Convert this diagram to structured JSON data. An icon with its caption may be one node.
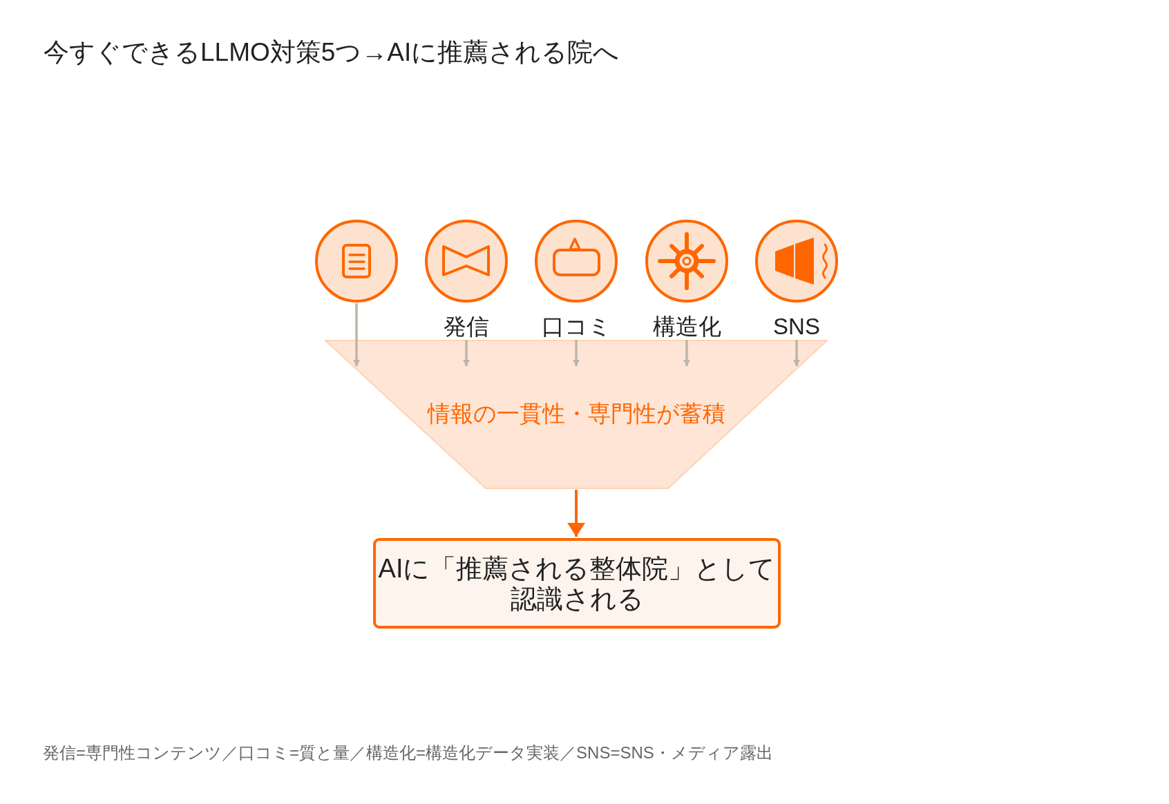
{
  "diagram": {
    "title": "今すぐできるLLMO対策5つ→AIに推薦される院へ",
    "caption": "発信=専門性コンテンツ／口コミ=質と量／構造化=構造化データ実装／SNS=SNS・メディア露出",
    "nodes": [
      {
        "text": [],
        "shape": "circle"
      },
      {
        "text": [
          "発信"
        ]
      },
      {
        "text": [
          "口コミ"
        ]
      },
      {
        "text": [
          "構造化"
        ]
      },
      {
        "text": [
          "SNS"
        ]
      },
      {
        "text": [
          "情報の一貫性・専門性が蓄積"
        ]
      },
      {
        "text": [
          "AIに「推薦される整体院」として認識される"
        ]
      }
    ],
    "edges": [
      {
        "from": 0,
        "to": 5,
        "arrow": "to"
      },
      {
        "from": 1,
        "to": 5,
        "arrow": "to"
      },
      {
        "from": 2,
        "to": 5,
        "arrow": "to"
      },
      {
        "from": 3,
        "to": 5,
        "arrow": "to"
      },
      {
        "from": 4,
        "to": 5,
        "arrow": "to"
      },
      {
        "from": 5,
        "to": 6,
        "arrow": "to",
        "color": "#ff6600"
      }
    ]
  }
}
